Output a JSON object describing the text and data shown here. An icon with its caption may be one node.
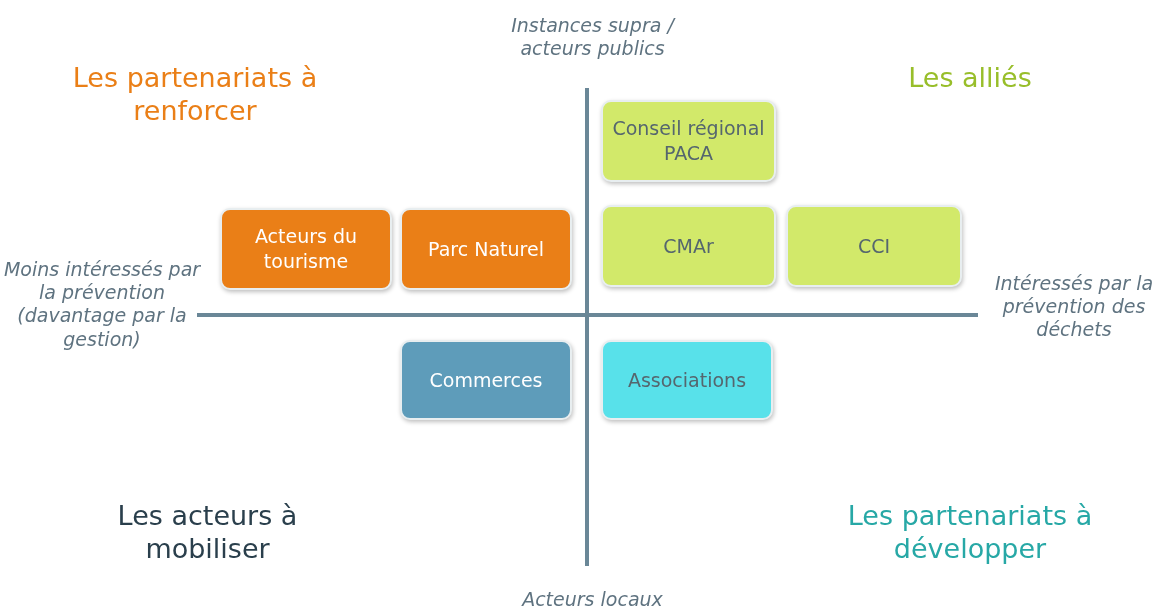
{
  "diagram": {
    "nodes": [
      {
        "text": [
          "Acteurs du tourisme"
        ]
      },
      {
        "text": [
          "Parc Naturel"
        ]
      },
      {
        "text": [
          "Conseil régional PACA"
        ]
      },
      {
        "text": [
          "CMAr"
        ]
      },
      {
        "text": [
          "CCI"
        ]
      },
      {
        "text": [
          "Commerces"
        ]
      },
      {
        "text": [
          "Associations"
        ]
      }
    ],
    "edges": [],
    "labels": [
      "Instances supra / acteurs publics",
      "Les partenariats à renforcer",
      "Les alliés",
      "Moins intéressés par la prévention (davantage par la gestion)",
      "Intéressés par la prévention des déchets",
      "Les acteurs à mobiliser",
      "Les partenariats à développer",
      "Acteurs locaux"
    ]
  }
}
